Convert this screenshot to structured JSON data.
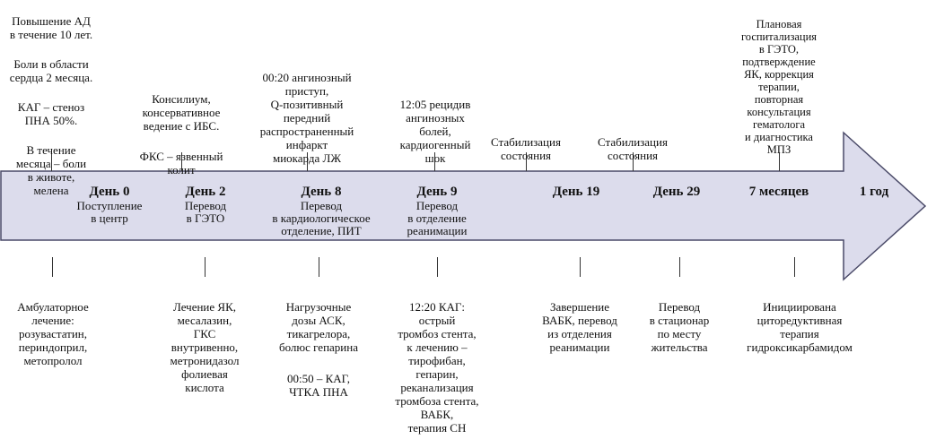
{
  "colors": {
    "arrow_fill": "#dcdcec",
    "arrow_stroke": "#4a4a68",
    "text": "#111111"
  },
  "days": [
    {
      "label": "День 0",
      "sub": "Поступление\nв центр"
    },
    {
      "label": "День 2",
      "sub": "Перевод\nв ГЭТО"
    },
    {
      "label": "День 8",
      "sub": "Перевод\nв кардиологическое\nотделение, ПИТ"
    },
    {
      "label": "День 9",
      "sub": "Перевод\nв отделение\nреанимации"
    },
    {
      "label": "День 19",
      "sub": ""
    },
    {
      "label": "День 29",
      "sub": ""
    },
    {
      "label": "7 месяцев",
      "sub": ""
    },
    {
      "label": "1 год",
      "sub": ""
    }
  ],
  "top_events": [
    {
      "paras": [
        "Повышение АД\nв течение 10 лет.",
        "Боли в области\nсердца 2 месяца.",
        "КАГ – стеноз\nПНА 50%.",
        "В течение\nмесяца – боли\nв животе,\nмелена"
      ]
    },
    {
      "paras": [
        "Консилиум,\nконсервативное\nведение с ИБС.",
        "ФКС – язвенный\nколит"
      ]
    },
    {
      "paras": [
        "00:20 ангинозный\nприступ,\nQ-позитивный\nпередний\nраспространенный\nинфаркт\nмиокарда ЛЖ"
      ]
    },
    {
      "paras": [
        "12:05 рецидив\nангинозных\nболей,\nкардиогенный\nшок"
      ]
    },
    {
      "paras": [
        "Стабилизация\nсостояния"
      ]
    },
    {
      "paras": [
        "Стабилизация\nсостояния"
      ]
    },
    {
      "paras": [
        "Плановая\nгоспитализация\nв ГЭТО,\nподтверждение\nЯК, коррекция\nтерапии,\nповторная\nконсультация\nгематолога\nи диагностика\nМПЗ"
      ]
    }
  ],
  "bottom_events": [
    {
      "paras": [
        "Амбулаторное\nлечение:\nрозувастатин,\nпериндоприл,\nметопролол"
      ]
    },
    {
      "paras": [
        "Лечение ЯК,\nмесалазин,\nГКС\nвнутривенно,\nметронидазол\nфолиевая\nкислота"
      ]
    },
    {
      "paras": [
        "Нагрузочные\nдозы АСК,\nтикагрелора,\nболюс гепарина",
        "00:50 – КАГ,\nЧТКА ПНА"
      ]
    },
    {
      "paras": [
        "12:20 КАГ:\nострый\nтромбоз стента,\nк лечению –\nтирофибан,\nгепарин,\nреканализация\nтромбоза стента,\nВАБК,\nтерапия СН"
      ]
    },
    {
      "paras": [
        "Завершение\nВАБК, перевод\nиз отделения\nреанимации"
      ]
    },
    {
      "paras": [
        "Перевод\nв стационар\nпо месту\nжительства"
      ]
    },
    {
      "paras": [
        "Инициирована\nциторедуктивная\nтерапия\nгидроксикарбамидом"
      ]
    }
  ]
}
